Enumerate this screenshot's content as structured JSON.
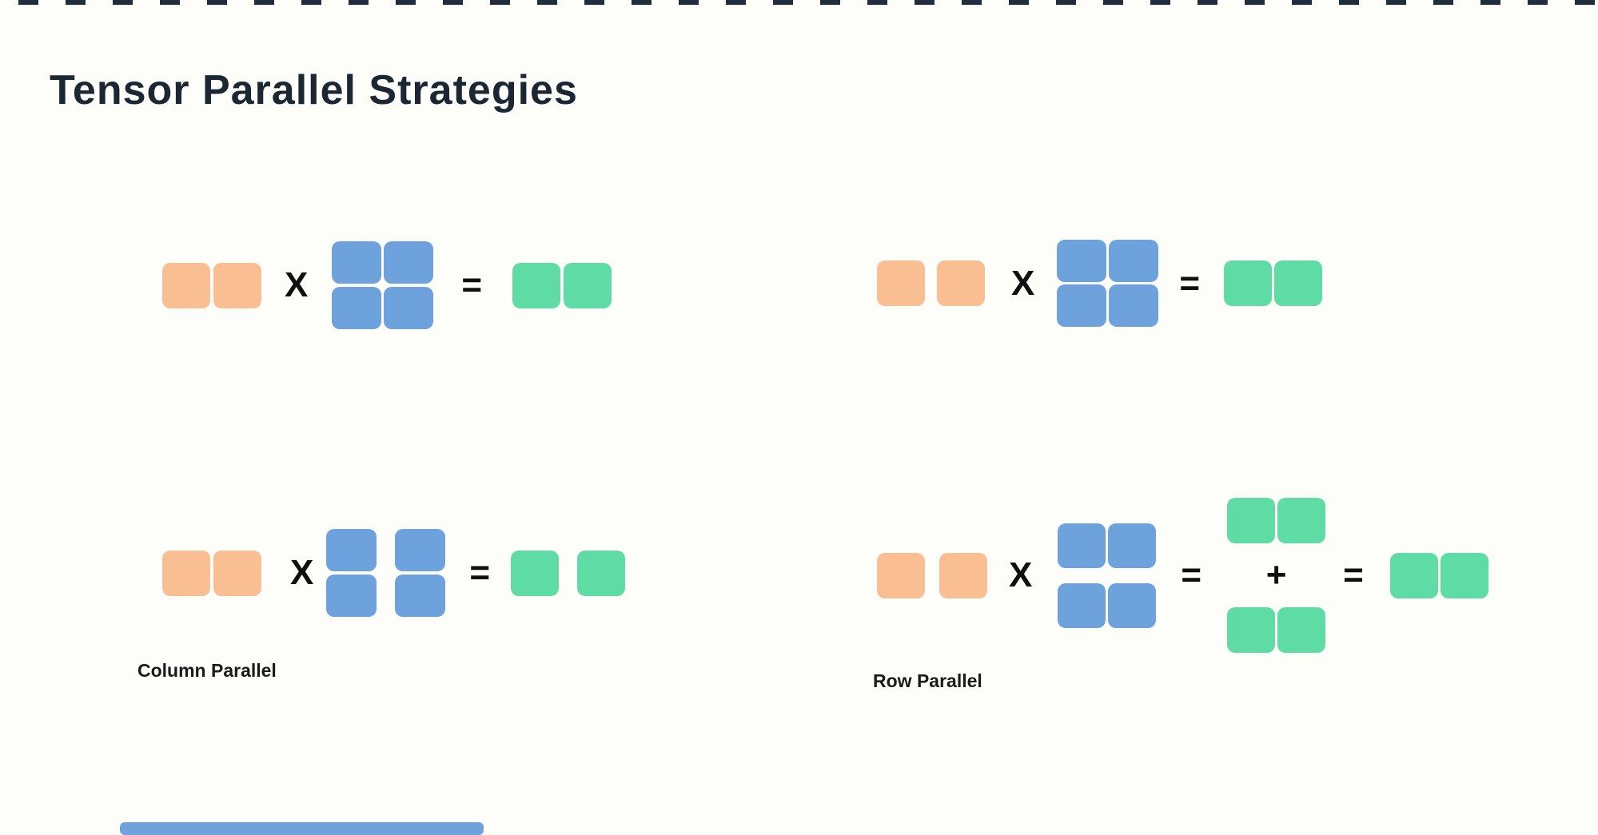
{
  "title": "Tensor Parallel Strategies",
  "colors": {
    "background": "#FDFDFA",
    "top_strip": "#1F2D3D",
    "title_text": "#1B2733",
    "operator_text": "#0F0F0F",
    "label_text": "#1A1A1A",
    "input": "#F9BE92",
    "weight": "#6EA2DC",
    "output": "#5FDCA6"
  },
  "operators": {
    "multiply": "X",
    "equals": "=",
    "plus": "+"
  },
  "labels": {
    "column_parallel": "Column Parallel",
    "row_parallel": "Row Parallel"
  }
}
